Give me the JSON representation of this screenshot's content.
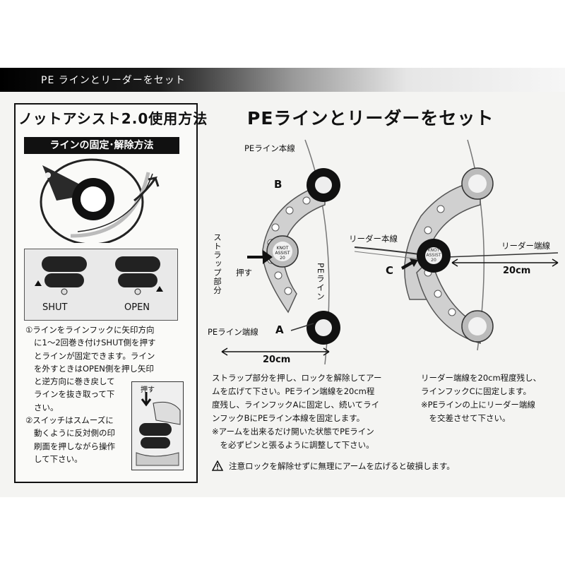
{
  "header": {
    "title": "PE ラインとリーダーをセット"
  },
  "left_panel": {
    "title": "ノットアシスト2.0使用方法",
    "subtitle": "ラインの固定･解除方法",
    "shut_label": "SHUT",
    "open_label": "OPEN",
    "instructions_1": [
      "①ラインをラインフックに矢印方向",
      "に1～2回巻き付けSHUT側を押す",
      "とラインが固定できます。ライン",
      "を外すときはOPEN側を押し矢印",
      "と逆方向に巻き戻して",
      "ラインを抜き取って下",
      "さい。"
    ],
    "instructions_2": [
      "②スイッチはスムーズに",
      "動くように反対側の印",
      "刷面を押しながら操作",
      "して下さい。"
    ],
    "press_label": "押す"
  },
  "main": {
    "title": "PEラインとリーダーをセット",
    "diagram1": {
      "pe_main_line": "PEライン本線",
      "strap_part": "ストラップ部分",
      "press": "押す",
      "pe_line": "PEライン",
      "pe_line_end": "PEライン端線",
      "label_a": "A",
      "label_b": "B",
      "distance": "20cm"
    },
    "diagram2": {
      "leader_main_line": "リーダー本線",
      "leader_end_line": "リーダー端線",
      "label_c": "C",
      "distance": "20cm"
    },
    "knob_text": [
      "KNOT",
      "ASSIST",
      "20"
    ],
    "description_left": [
      "ストラップ部分を押し、ロックを解除してアー",
      "ムを広げて下さい。PEライン端線を20cm程",
      "度残し、ラインフックAに固定し、続いてライ",
      "ンフックBにPEライン本線を固定します。",
      "※アームを出来るだけ開いた状態でPEライン",
      "　を必ずピンと張るように調整して下さい。"
    ],
    "description_right": [
      "リーダー端線を20cm程度残し、",
      "ラインフックCに固定します。",
      "※PEラインの上にリーダー端線",
      "　を交差させて下さい。"
    ],
    "caution": "注意ロックを解除せずに無理にアームを広げると破損します。"
  }
}
